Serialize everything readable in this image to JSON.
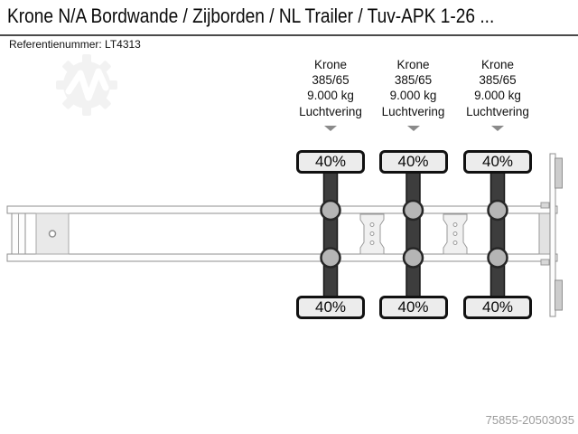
{
  "header": {
    "title": "Krone N/A Bordwande / Zijborden / NL Trailer / Tuv-APK 1-26 ...",
    "reference": "Referentienummer: LT4313"
  },
  "axles": [
    {
      "brand": "Krone",
      "tyre_size": "385/65",
      "load": "9.000 kg",
      "suspension": "Luchtvering",
      "top_wear": "40%",
      "bottom_wear": "40%"
    },
    {
      "brand": "Krone",
      "tyre_size": "385/65",
      "load": "9.000 kg",
      "suspension": "Luchtvering",
      "top_wear": "40%",
      "bottom_wear": "40%"
    },
    {
      "brand": "Krone",
      "tyre_size": "385/65",
      "load": "9.000 kg",
      "suspension": "Luchtvering",
      "top_wear": "40%",
      "bottom_wear": "40%"
    }
  ],
  "footer": {
    "listing_id": "75855-20503035"
  },
  "colors": {
    "title_text": "#0a0a0a",
    "rule": "#4a4a4a",
    "label_text": "#111111",
    "marker_triangle": "#8a8a8a",
    "wear_box_fill": "#ececec",
    "wear_box_border": "#111111",
    "axle_bar": "#3d3d3d",
    "axle_bar_edge": "#161616",
    "hub_fill": "#b5b5b5",
    "hub_stroke": "#262626",
    "chassis_stroke": "#8f8f8f",
    "watermark": "#f2f2f2",
    "listing_id_text": "#9b9b9b"
  }
}
